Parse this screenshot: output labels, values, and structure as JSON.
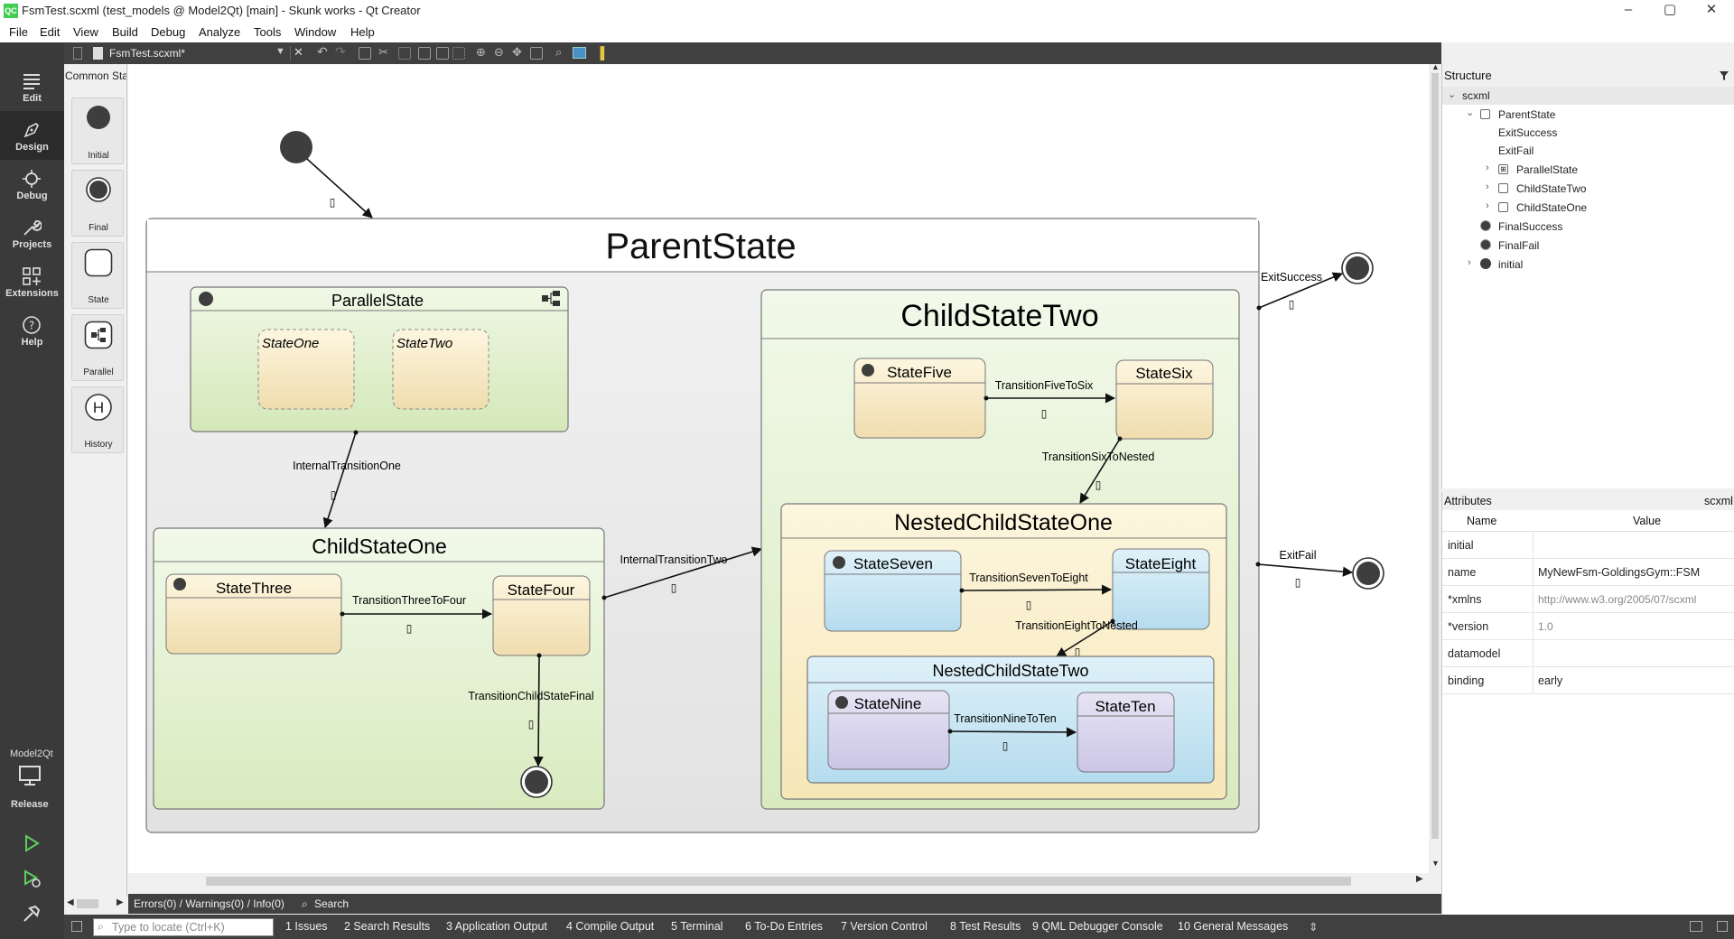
{
  "window": {
    "title": "FsmTest.scxml (test_models @ Model2Qt) [main] - Skunk works - Qt Creator",
    "app_icon": "QC",
    "controls": [
      "–",
      "▢",
      "✕"
    ]
  },
  "menu": [
    "File",
    "Edit",
    "View",
    "Build",
    "Debug",
    "Analyze",
    "Tools",
    "Window",
    "Help"
  ],
  "modes": [
    {
      "label": "Edit",
      "icon": "edit-icon"
    },
    {
      "label": "Design",
      "icon": "design-icon"
    },
    {
      "label": "Debug",
      "icon": "debug-icon"
    },
    {
      "label": "Projects",
      "icon": "projects-icon"
    },
    {
      "label": "Extensions",
      "icon": "extensions-icon"
    },
    {
      "label": "Help",
      "icon": "help-icon"
    }
  ],
  "kit": {
    "project": "Model2Qt",
    "build": "Release"
  },
  "editor": {
    "file_tab": "FsmTest.scxml*"
  },
  "palette": {
    "header": "Common States",
    "items": [
      {
        "label": "Initial",
        "icon": "initial-state-icon"
      },
      {
        "label": "Final",
        "icon": "final-state-icon"
      },
      {
        "label": "State",
        "icon": "state-icon"
      },
      {
        "label": "Parallel",
        "icon": "parallel-icon"
      },
      {
        "label": "History",
        "icon": "history-icon"
      }
    ]
  },
  "diagram": {
    "parent": "ParentState",
    "parallel": "ParallelState",
    "parallel_children": [
      "StateOne",
      "StateTwo"
    ],
    "child_one": "ChildStateOne",
    "child_two": "ChildStateTwo",
    "nested_one": "NestedChildStateOne",
    "nested_two": "NestedChildStateTwo",
    "states": {
      "three": "StateThree",
      "four": "StateFour",
      "five": "StateFive",
      "six": "StateSix",
      "seven": "StateSeven",
      "eight": "StateEight",
      "nine": "StateNine",
      "ten": "StateTen"
    },
    "transitions": {
      "internal_one": "InternalTransitionOne",
      "internal_two": "InternalTransitionTwo",
      "three_four": "TransitionThreeToFour",
      "child_final": "TransitionChildStateFinal",
      "five_six": "TransitionFiveToSix",
      "six_nested": "TransitionSixToNested",
      "seven_eight": "TransitionSevenToEight",
      "eight_nested": "TransitionEightToNested",
      "nine_ten": "TransitionNineToTen",
      "exit_success": "ExitSuccess",
      "exit_fail": "ExitFail"
    },
    "placeholder_glyph": "▯"
  },
  "structure": {
    "header": "Structure",
    "filter_icon": "filter-icon",
    "tree": [
      {
        "label": "scxml",
        "level": 0,
        "expander": "v",
        "selected": true
      },
      {
        "label": "ParentState",
        "level": 1,
        "expander": "v",
        "icon": "state"
      },
      {
        "label": "ExitSuccess",
        "level": 2
      },
      {
        "label": "ExitFail",
        "level": 2
      },
      {
        "label": "ParallelState",
        "level": 2,
        "expander": ">",
        "icon": "parallel"
      },
      {
        "label": "ChildStateTwo",
        "level": 2,
        "expander": ">",
        "icon": "state"
      },
      {
        "label": "ChildStateOne",
        "level": 2,
        "expander": ">",
        "icon": "state"
      },
      {
        "label": "FinalSuccess",
        "level": 1,
        "icon": "final"
      },
      {
        "label": "FinalFail",
        "level": 1,
        "icon": "final"
      },
      {
        "label": "initial",
        "level": 1,
        "expander": ">",
        "icon": "initial"
      }
    ]
  },
  "attributes": {
    "header": "Attributes",
    "context": "scxml",
    "columns": [
      "Name",
      "Value"
    ],
    "rows": [
      {
        "name": "initial",
        "value": ""
      },
      {
        "name": "name",
        "value": "MyNewFsm-GoldingsGym::FSM"
      },
      {
        "name": "*xmlns",
        "value": "http://www.w3.org/2005/07/scxml",
        "dim": true
      },
      {
        "name": "*version",
        "value": "1.0",
        "dim": true
      },
      {
        "name": "datamodel",
        "value": ""
      },
      {
        "name": "binding",
        "value": "early"
      }
    ]
  },
  "output": {
    "issues": "Errors(0) / Warnings(0) / Info(0)",
    "search": "Search"
  },
  "statusbar": {
    "locate_placeholder": "Type to locate (Ctrl+K)",
    "panes": [
      "1  Issues",
      "2  Search Results",
      "3  Application Output",
      "4  Compile Output",
      "5  Terminal",
      "6  To-Do Entries",
      "7  Version Control",
      "8  Test Results",
      "9  QML Debugger Console",
      "10  General Messages"
    ]
  },
  "colors": {
    "parallel_fill": "#e2f0cc",
    "state_fill": "#faecc4",
    "nested_blue": "#c9e6f3",
    "nested_purple": "#d8d4ec",
    "parent_fill": "#ececec",
    "sidebar": "#3a3a3a"
  }
}
